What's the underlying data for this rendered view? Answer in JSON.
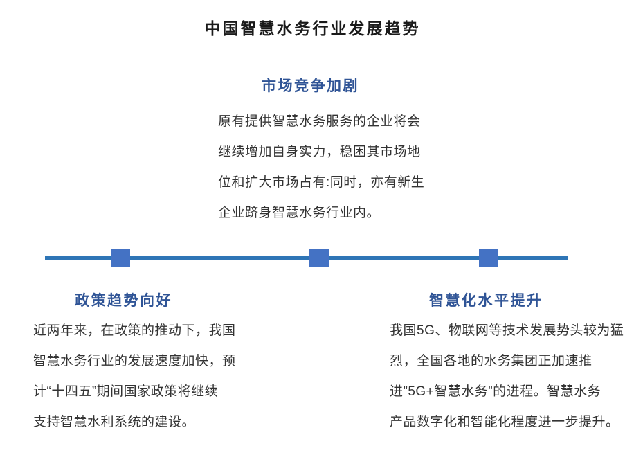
{
  "title": "中国智慧水务行业发展趋势",
  "colors": {
    "title": "#1a1a1a",
    "heading": "#2F5496",
    "body": "#333333",
    "line": "#2E75B6",
    "marker": "#4472C4"
  },
  "timeline": {
    "marker_count": 3
  },
  "sections": {
    "top": {
      "heading": "市场竞争加剧",
      "body_lines": [
        "原有提供智慧水务服务的企业将会",
        "继续增加自身实力，稳困其市场地",
        "位和扩大市场占有:同时，亦有新生",
        "企业跻身智慧水务行业内。"
      ]
    },
    "bottom_left": {
      "heading": "政策趋势向好",
      "body_lines": [
        "近两年来，在政策的推动下，我国",
        "智慧水务行业的发展速度加快，预",
        "计“十四五”期间国家政策将继续",
        "支持智慧水利系统的建设。"
      ]
    },
    "bottom_right": {
      "heading": "智慧化水平提升",
      "body_lines": [
        "我国5G、物联网等技术发展势头较为猛",
        "烈，全国各地的水务集团正加速推",
        "进”5G+智慧水务”的进程。智慧水务",
        "产品数字化和智能化程度进一步提升。"
      ]
    }
  }
}
